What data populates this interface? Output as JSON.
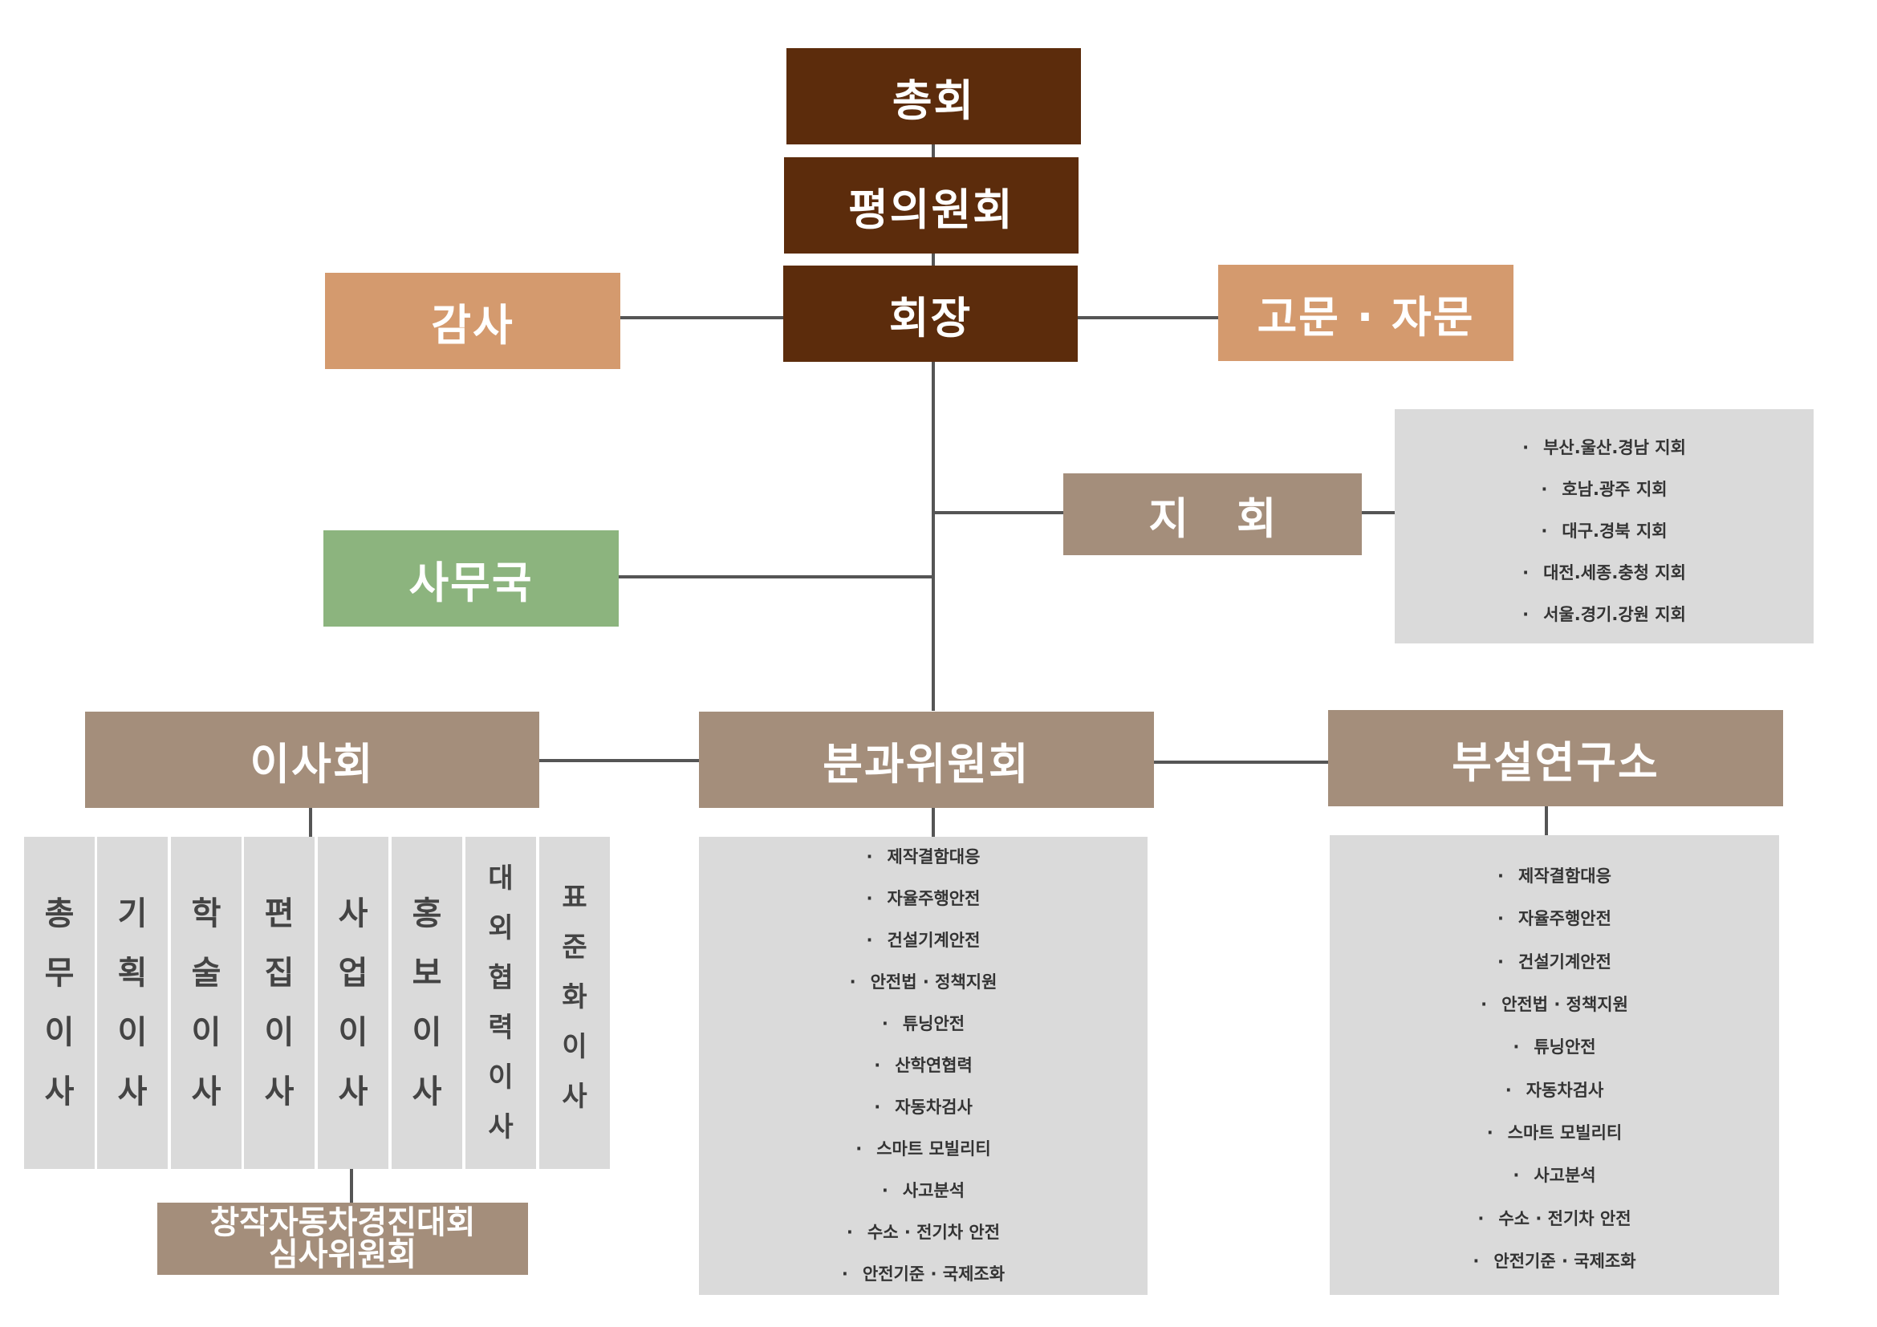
{
  "top": {
    "general_assembly": "총회",
    "council": "평의원회",
    "president": "회장"
  },
  "side": {
    "audit": "감사",
    "advisor": "고문 · 자문",
    "secretariat": "사무국"
  },
  "branch": {
    "title": "지회",
    "items": [
      "부산.울산.경남  지회",
      "호남.광주  지회",
      "대구.경북  지회",
      "대전.세종.충청  지회",
      "서울.경기.강원  지회"
    ]
  },
  "board": {
    "title": "이사회",
    "directors": [
      [
        "총",
        "무",
        "이",
        "사"
      ],
      [
        "기",
        "획",
        "이",
        "사"
      ],
      [
        "학",
        "술",
        "이",
        "사"
      ],
      [
        "편",
        "집",
        "이",
        "사"
      ],
      [
        "사",
        "업",
        "이",
        "사"
      ],
      [
        "홍",
        "보",
        "이",
        "사"
      ],
      [
        "대",
        "외",
        "협",
        "력",
        "이",
        "사"
      ],
      [
        "표",
        "준",
        "화",
        "이",
        "사"
      ]
    ],
    "jury_line1": "창작자동차경진대회",
    "jury_line2": "심사위원회"
  },
  "committee": {
    "title": "분과위원회",
    "items": [
      "제작결함대응",
      "자율주행안전",
      "건설기계안전",
      "안전법 · 정책지원",
      "튜닝안전",
      "산학연협력",
      "자동차검사",
      "스마트  모빌리티",
      "사고분석",
      "수소 · 전기차  안전",
      "안전기준 · 국제조화"
    ]
  },
  "institute": {
    "title": "부설연구소",
    "items": [
      "제작결함대응",
      "자율주행안전",
      "건설기계안전",
      "안전법 · 정책지원",
      "튜닝안전",
      "자동차검사",
      "스마트  모빌리티",
      "사고분석",
      "수소 · 전기차  안전",
      "안전기준 · 국제조화"
    ]
  },
  "colors": {
    "dark": "#5c2c0c",
    "tan": "#d49a6e",
    "taupe": "#a48e7b",
    "green": "#8cb47e",
    "gray": "#dadada",
    "line": "#555555"
  }
}
